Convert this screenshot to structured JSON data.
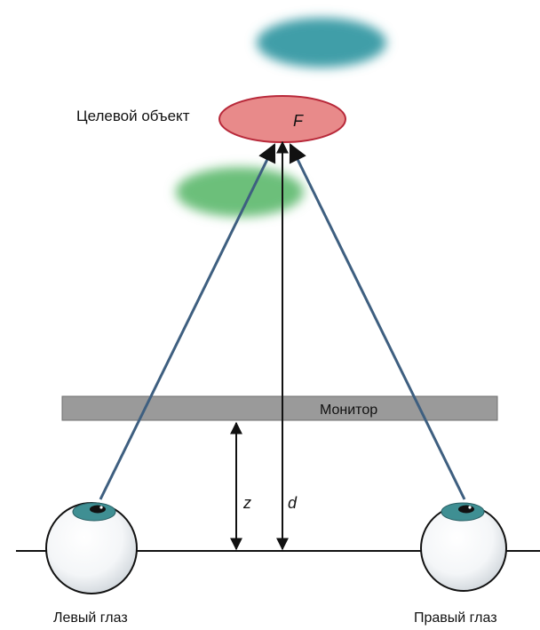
{
  "labels": {
    "target": "Целевой объект",
    "focus": "F",
    "monitor": "Монитор",
    "z": "z",
    "d": "d",
    "left_eye": "Левый глаз",
    "right_eye": "Правый глаз"
  },
  "colors": {
    "target_fill": "#e88a8a",
    "target_stroke": "#b8293a",
    "blob_teal": "#3f9ea8",
    "blob_green": "#6cbf7a",
    "monitor_fill": "#9a9a9a",
    "ray": "#3e5f80",
    "iris": "#3f8f93"
  }
}
